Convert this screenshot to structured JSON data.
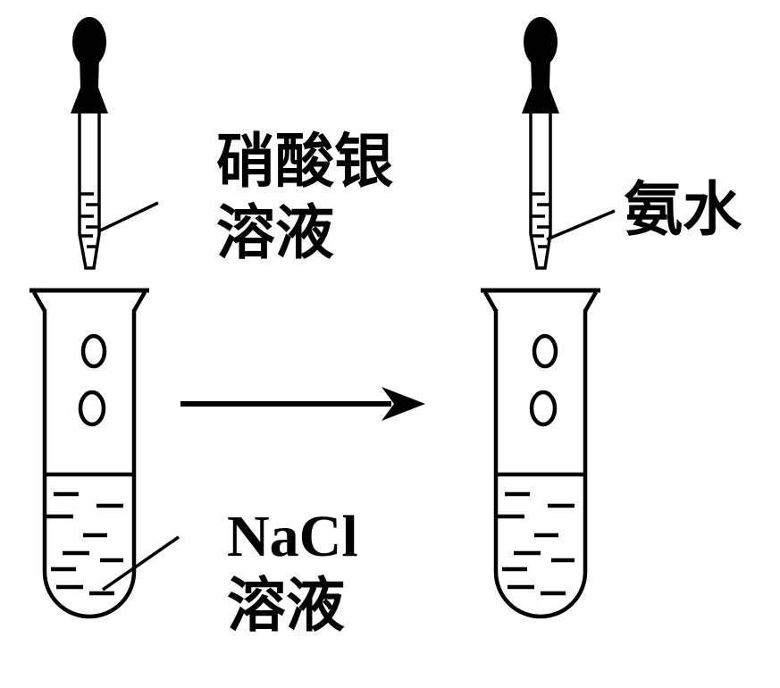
{
  "diagram": {
    "description": "chemistry-experiment-diagram",
    "colors": {
      "ink": "#000000",
      "background": "#ffffff"
    },
    "icons": {
      "left_dropper": "dropper-icon",
      "right_dropper": "dropper-icon",
      "left_test_tube": "test-tube-icon",
      "right_test_tube": "test-tube-icon",
      "arrow": "right-arrow-icon",
      "leader_lines": "leader-line"
    },
    "left": {
      "dropper_label_line1": "硝酸银",
      "dropper_label_line2": "溶液",
      "tube_label_line1": "NaCl",
      "tube_label_line2": "溶液"
    },
    "right": {
      "dropper_label": "氨水"
    }
  }
}
